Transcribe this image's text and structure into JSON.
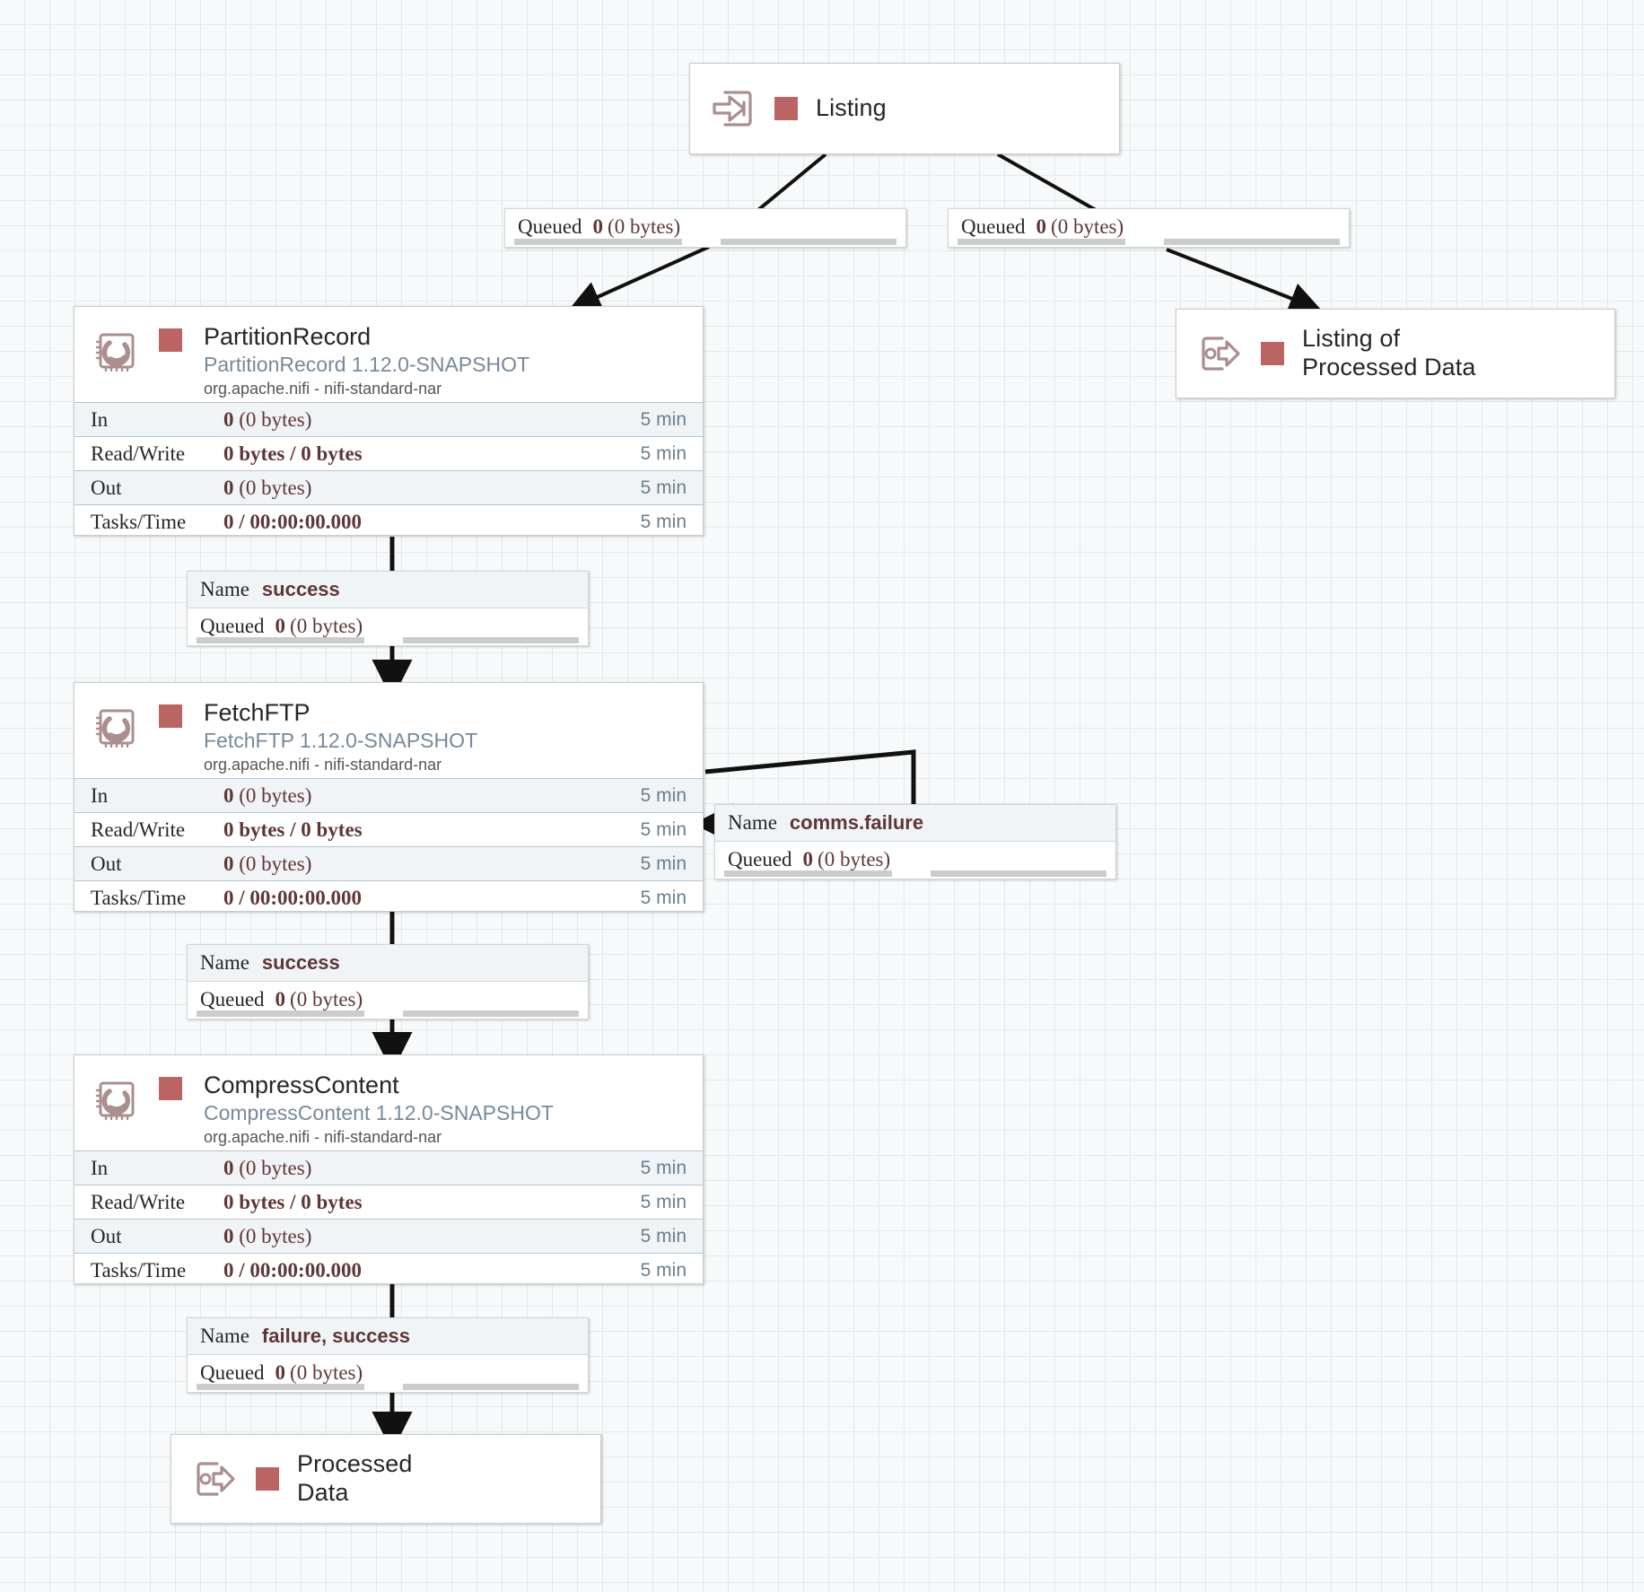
{
  "canvas": {
    "grid_color": "#e3eaea",
    "background_color": "#f7f9fa"
  },
  "theme": {
    "accent_swatch": "#ba6464",
    "type_text": "#77899b",
    "value_text": "#5e3737",
    "time_text": "#6b7f8e",
    "node_border": "#c7cdd1",
    "row_shade": "#f1f4f6"
  },
  "nodes": {
    "listing_port": {
      "kind": "input-port",
      "label": "Listing",
      "icon": "input-port-icon"
    },
    "listing_of_processed_data_port": {
      "kind": "output-port",
      "label": "Listing of\nProcessed Data",
      "icon": "output-port-icon"
    },
    "processed_data_port": {
      "kind": "output-port",
      "label": "Processed\nData",
      "icon": "output-port-icon"
    },
    "partition_record": {
      "kind": "processor",
      "name": "PartitionRecord",
      "type": "PartitionRecord 1.12.0-SNAPSHOT",
      "bundle": "org.apache.nifi - nifi-standard-nar",
      "icon": "processor-icon",
      "stats": [
        {
          "label": "In",
          "value_bold": "0",
          "value_rest": " (0 bytes)",
          "time": "5 min"
        },
        {
          "label": "Read/Write",
          "value_bold": "0 bytes / 0 bytes",
          "value_rest": "",
          "time": "5 min"
        },
        {
          "label": "Out",
          "value_bold": "0",
          "value_rest": " (0 bytes)",
          "time": "5 min"
        },
        {
          "label": "Tasks/Time",
          "value_bold": "0 / 00:00:00.000",
          "value_rest": "",
          "time": "5 min"
        }
      ]
    },
    "fetch_ftp": {
      "kind": "processor",
      "name": "FetchFTP",
      "type": "FetchFTP 1.12.0-SNAPSHOT",
      "bundle": "org.apache.nifi - nifi-standard-nar",
      "icon": "processor-icon",
      "stats": [
        {
          "label": "In",
          "value_bold": "0",
          "value_rest": " (0 bytes)",
          "time": "5 min"
        },
        {
          "label": "Read/Write",
          "value_bold": "0 bytes / 0 bytes",
          "value_rest": "",
          "time": "5 min"
        },
        {
          "label": "Out",
          "value_bold": "0",
          "value_rest": " (0 bytes)",
          "time": "5 min"
        },
        {
          "label": "Tasks/Time",
          "value_bold": "0 / 00:00:00.000",
          "value_rest": "",
          "time": "5 min"
        }
      ]
    },
    "compress_content": {
      "kind": "processor",
      "name": "CompressContent",
      "type": "CompressContent 1.12.0-SNAPSHOT",
      "bundle": "org.apache.nifi - nifi-standard-nar",
      "icon": "processor-icon",
      "stats": [
        {
          "label": "In",
          "value_bold": "0",
          "value_rest": " (0 bytes)",
          "time": "5 min"
        },
        {
          "label": "Read/Write",
          "value_bold": "0 bytes / 0 bytes",
          "value_rest": "",
          "time": "5 min"
        },
        {
          "label": "Out",
          "value_bold": "0",
          "value_rest": " (0 bytes)",
          "time": "5 min"
        },
        {
          "label": "Tasks/Time",
          "value_bold": "0 / 00:00:00.000",
          "value_rest": "",
          "time": "5 min"
        }
      ]
    }
  },
  "connections": {
    "listing_to_partition": {
      "has_name_row": false,
      "queued_key": "Queued",
      "queued_count": "0",
      "queued_size": "(0 bytes)"
    },
    "listing_to_listing_of_processed": {
      "has_name_row": false,
      "queued_key": "Queued",
      "queued_count": "0",
      "queued_size": "(0 bytes)"
    },
    "partition_to_fetchftp": {
      "has_name_row": true,
      "name_key": "Name",
      "name_value": "success",
      "queued_key": "Queued",
      "queued_count": "0",
      "queued_size": "(0 bytes)"
    },
    "fetchftp_comms_failure": {
      "has_name_row": true,
      "name_key": "Name",
      "name_value": "comms.failure",
      "queued_key": "Queued",
      "queued_count": "0",
      "queued_size": "(0 bytes)"
    },
    "fetchftp_to_compress": {
      "has_name_row": true,
      "name_key": "Name",
      "name_value": "success",
      "queued_key": "Queued",
      "queued_count": "0",
      "queued_size": "(0 bytes)"
    },
    "compress_to_processed": {
      "has_name_row": true,
      "name_key": "Name",
      "name_value": "failure, success",
      "queued_key": "Queued",
      "queued_count": "0",
      "queued_size": "(0 bytes)"
    }
  }
}
